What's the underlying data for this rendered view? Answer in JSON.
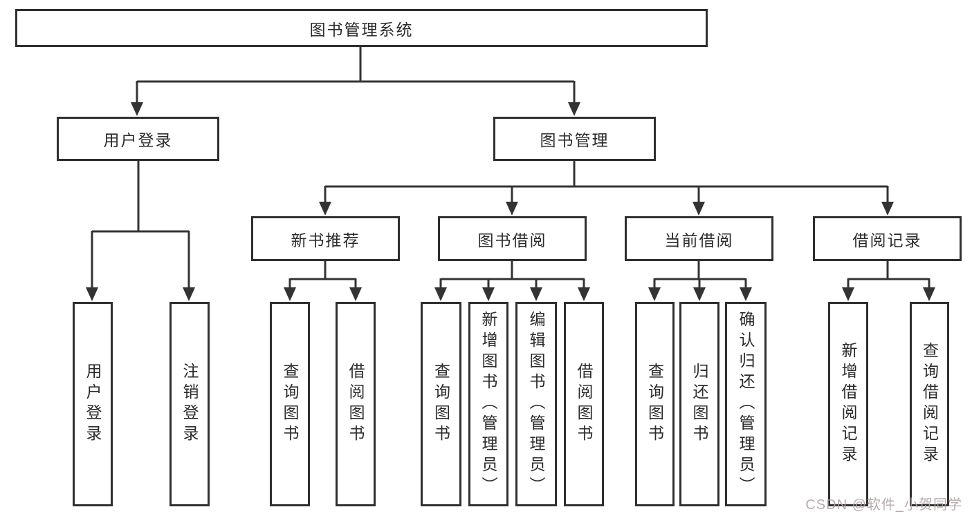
{
  "diagram": {
    "root": {
      "label": "图书管理系统"
    },
    "branches": {
      "user": {
        "label": "用户登录",
        "children": [
          "用户登录",
          "注销登录"
        ]
      },
      "book": {
        "label": "图书管理"
      }
    },
    "book_sections": {
      "new_book": {
        "label": "新书推荐",
        "children": [
          "查询图书",
          "借阅图书"
        ]
      },
      "borrow": {
        "label": "图书借阅",
        "children": [
          "查询图书",
          "新增图书（管理员）",
          "编辑图书（管理员）",
          "借阅图书"
        ]
      },
      "current": {
        "label": "当前借阅",
        "children": [
          "查询图书",
          "归还图书",
          "确认归还（管理员）"
        ]
      },
      "records": {
        "label": "借阅记录",
        "children": [
          "新增借阅记录",
          "查询借阅记录"
        ]
      }
    }
  },
  "watermark": "CSDN @软件_小贺同学",
  "colors": {
    "line": "#333333",
    "box_border": "#2f2f2f",
    "text": "#2b2b2b",
    "background": "#ffffff",
    "watermark": "#afa4a4"
  }
}
